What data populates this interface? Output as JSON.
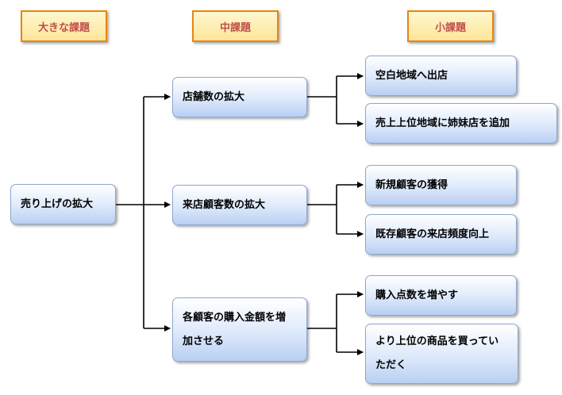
{
  "headers": {
    "large": "大きな課題",
    "medium": "中課題",
    "small": "小課題"
  },
  "root": "売り上げの拡大",
  "medium": [
    {
      "label": "店舗数の拡大",
      "children": [
        "空白地域へ出店",
        "売上上位地域に姉妹店を追加"
      ]
    },
    {
      "label": "来店顧客数の拡大",
      "children": [
        "新規顧客の獲得",
        "既存顧客の来店頻度向上"
      ]
    },
    {
      "label": "各顧客の購入金額を増加させる",
      "children": [
        "購入点数を増やす",
        "より上位の商品を買っていただく"
      ]
    }
  ]
}
